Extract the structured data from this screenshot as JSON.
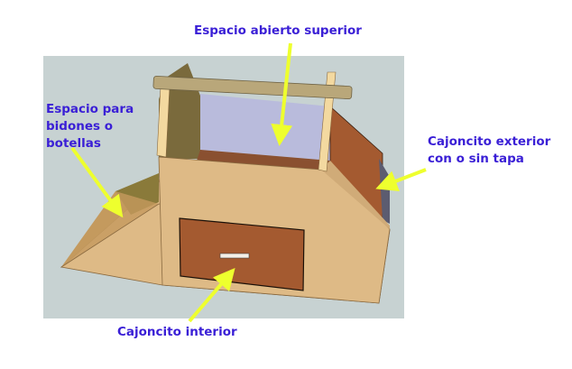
{
  "colors": {
    "background": "#ffffff",
    "viewport": "#c7d2d2",
    "label_text": "#3a1fd6",
    "arrow": "#eeff2e",
    "wood_light": "#deba86",
    "wood_dark": "#9f5530",
    "wood_olive": "#8a7a3a",
    "opening": "#b9bbdc"
  },
  "labels": {
    "top_opening": "Espacio abierto superior",
    "bottle_space": [
      "Espacio para",
      "bidones o",
      "botellas"
    ],
    "outer_drawer": [
      "Cajoncito exterior",
      "con o sin tapa"
    ],
    "inner_drawer": "Cajoncito interior"
  }
}
